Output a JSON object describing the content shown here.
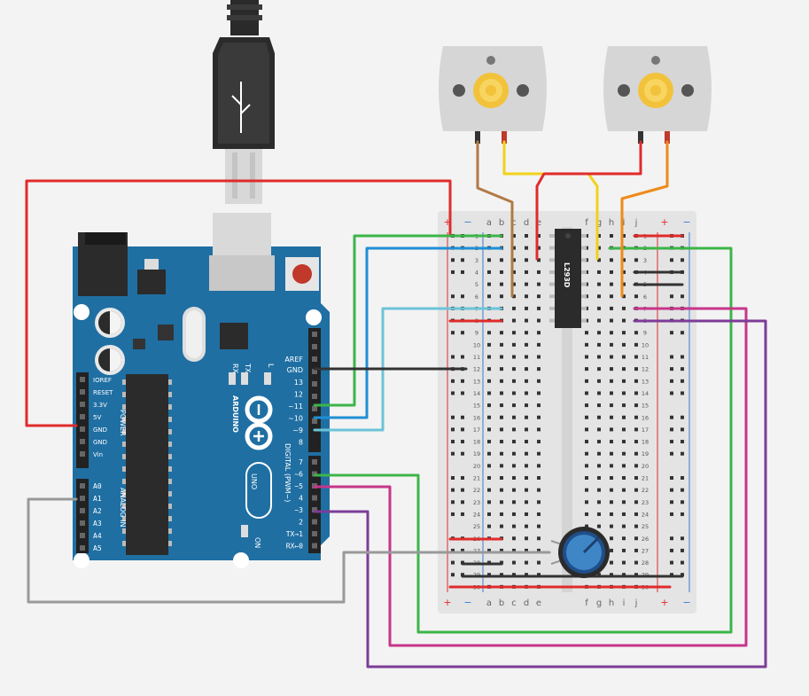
{
  "arduino": {
    "brand": "ARDUINO",
    "model": "UNO",
    "power_header": "POWER",
    "analog_header": "ANALOG IN",
    "digital_header": "DIGITAL (PWM~)",
    "on_label": "ON",
    "led_labels": [
      "RX",
      "TX",
      "L"
    ],
    "power_pins": [
      "IOREF",
      "RESET",
      "3.3V",
      "5V",
      "GND",
      "GND",
      "Vin"
    ],
    "analog_pins": [
      "A0",
      "A1",
      "A2",
      "A3",
      "A4",
      "A5"
    ],
    "digital_pins_top": [
      "AREF",
      "GND",
      "13",
      "12",
      "~11",
      "~10",
      "~9",
      "8"
    ],
    "digital_pins_bottom": [
      "7",
      "~6",
      "~5",
      "4",
      "~3",
      "2",
      "TX→1",
      "RX←0"
    ]
  },
  "ic": {
    "label": "L293D"
  },
  "breadboard": {
    "columns_left": [
      "a",
      "b",
      "c",
      "d",
      "e"
    ],
    "columns_right": [
      "f",
      "g",
      "h",
      "i",
      "j"
    ],
    "rail_plus": "+",
    "rail_minus": "−",
    "rows": [
      "1",
      "2",
      "3",
      "4",
      "5",
      "6",
      "7",
      "8",
      "9",
      "10",
      "11",
      "12",
      "13",
      "14",
      "15",
      "16",
      "17",
      "18",
      "19",
      "20",
      "21",
      "22",
      "23",
      "24",
      "25",
      "26",
      "27",
      "28",
      "29",
      "30"
    ]
  },
  "colors": {
    "board": "#1f6fa3",
    "wire_red": "#e02b2b",
    "wire_green": "#3cb548",
    "wire_blue": "#1f8fd6",
    "wire_lightblue": "#6cc3d8",
    "wire_black": "#333333",
    "wire_magenta": "#c7358a",
    "wire_purple": "#7d3c98",
    "wire_gray": "#999999",
    "wire_yellow": "#f2d21a",
    "wire_brown": "#b07a45",
    "wire_orange": "#ee8a1a"
  }
}
